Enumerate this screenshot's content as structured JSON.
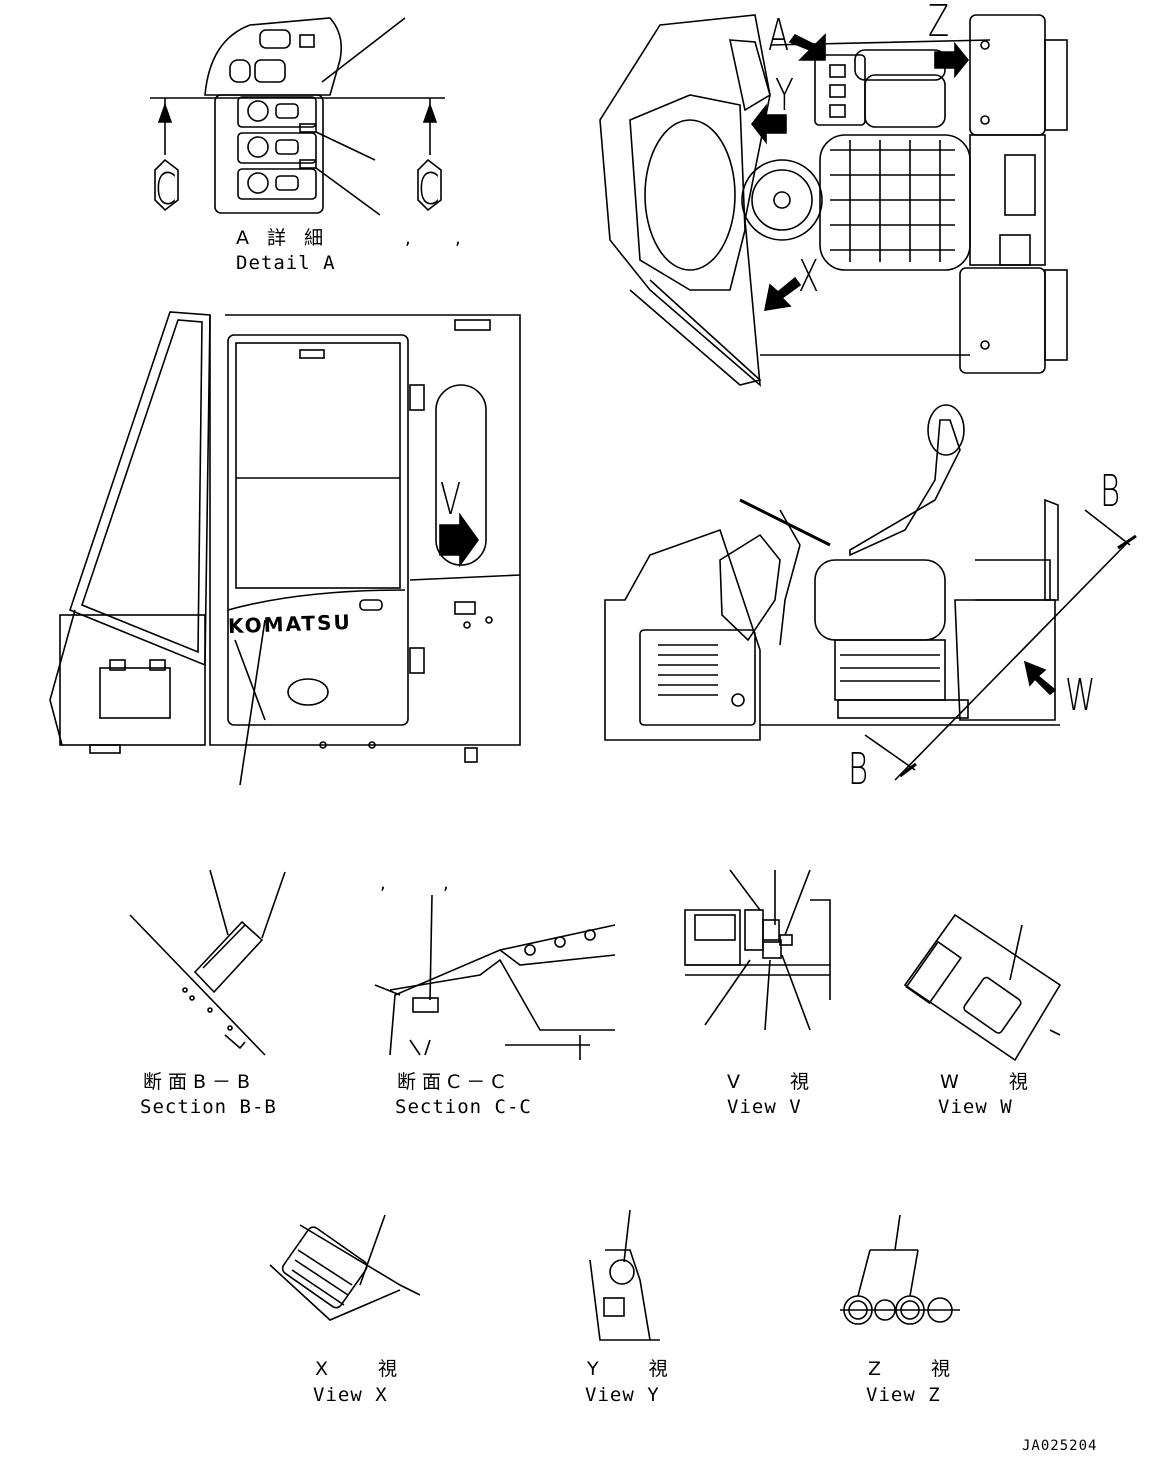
{
  "drawing": {
    "code": "JA025204",
    "brand_logo": "KOMATSU"
  },
  "views": {
    "detail_a": {
      "jp": "A 詳 細",
      "en": "Detail A"
    },
    "section_bb": {
      "jp": "断面B－B",
      "en": "Section B-B"
    },
    "section_cc": {
      "jp": "断面C－C",
      "en": "Section C-C"
    },
    "view_v": {
      "jp": "V 視",
      "en": "View V"
    },
    "view_w": {
      "jp": "W 視",
      "en": "View W"
    },
    "view_x": {
      "jp": "X 視",
      "en": "View X"
    },
    "view_y": {
      "jp": "Y 視",
      "en": "View Y"
    },
    "view_z": {
      "jp": "Z 視",
      "en": "View Z"
    }
  },
  "callouts": {
    "a": "A",
    "y": "Y",
    "z": "Z",
    "x": "X",
    "v": "V",
    "w": "W",
    "b": "B",
    "c": "C"
  },
  "stray_marks": [
    ",",
    ",",
    ",",
    ",",
    ","
  ]
}
